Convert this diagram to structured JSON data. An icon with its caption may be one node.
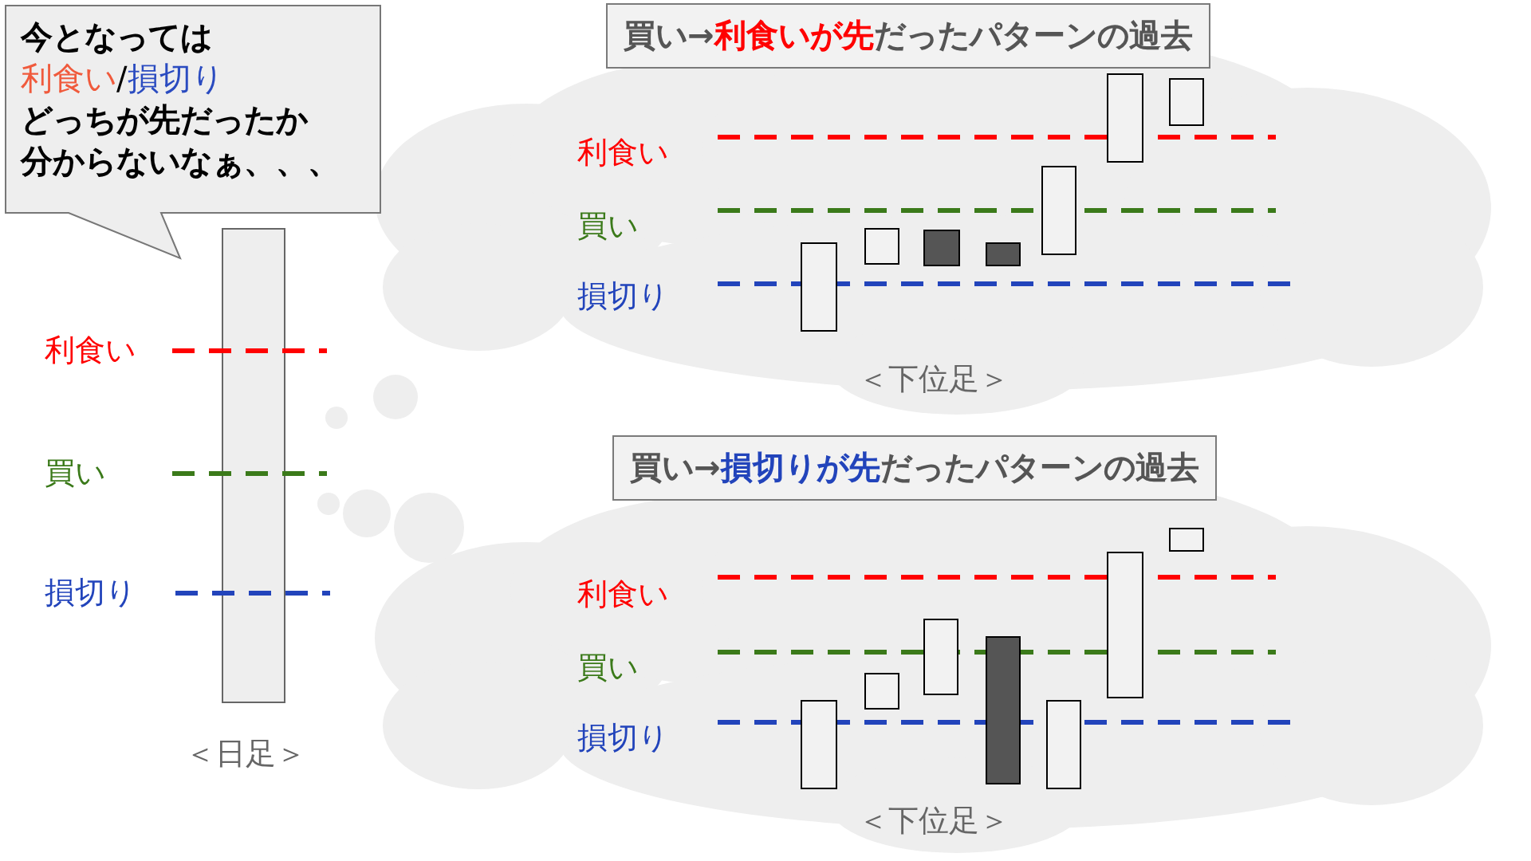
{
  "diagram": {
    "nodes": [
      {
        "text": [
          "今となっては",
          "利食い",
          "/",
          "損切り",
          "どっちが先だったか",
          "分からないなぁ、、、"
        ]
      },
      {
        "text": [
          "買い→**利食いが先**だったパターンの過去"
        ]
      },
      {
        "text": [
          "買い→**損切りが先**だったパターンの過去"
        ]
      }
    ],
    "labels": [
      "利食い",
      "買い",
      "損切り",
      "＜日足＞",
      "利食い",
      "買い",
      "損切り",
      "＜下位足＞",
      "利食い",
      "買い",
      "損切り",
      "＜下位足＞"
    ]
  }
}
